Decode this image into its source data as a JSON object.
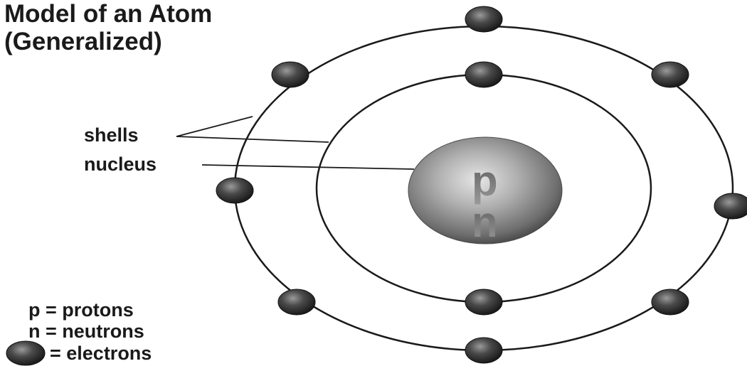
{
  "title": {
    "line1": "Model of an Atom",
    "line2": "(Generalized)"
  },
  "callouts": {
    "shells": "shells",
    "nucleus": "nucleus"
  },
  "nucleus_letters": {
    "protons": "p",
    "neutrons": "n"
  },
  "legend": {
    "protons": "p = protons",
    "neutrons": "n = neutrons",
    "electrons": "= electrons"
  },
  "counts": {
    "inner_shell_electrons": 2,
    "outer_shell_electrons": 8
  },
  "colors": {
    "outline": "#1a1a1a",
    "electron": "#3a3a3a",
    "nucleus": "#8a8a8a",
    "background": "#ffffff"
  }
}
